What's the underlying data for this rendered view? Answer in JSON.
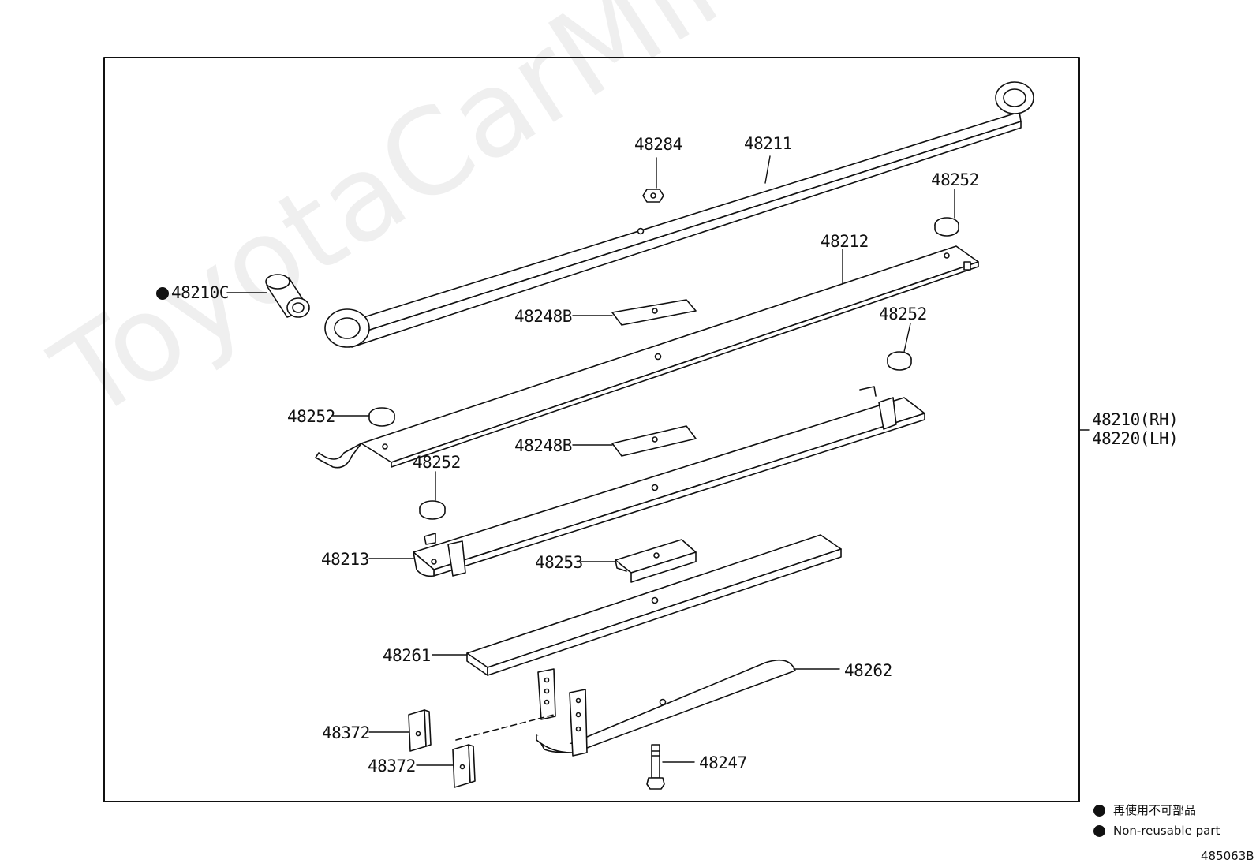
{
  "watermark": "ToyotaCarMine.ru",
  "diagram_code": "485063B",
  "labels": {
    "p48284": "48284",
    "p48211": "48211",
    "p48252_top": "48252",
    "p48210c": "48210C",
    "p48212": "48212",
    "p48248b_a": "48248B",
    "p48252_right": "48252",
    "p48252_left": "48252",
    "p48248b_b": "48248B",
    "p48252_mid": "48252",
    "p48213": "48213",
    "p48253": "48253",
    "p48261": "48261",
    "p48262": "48262",
    "p48372_a": "48372",
    "p48372_b": "48372",
    "p48247": "48247",
    "assembly_rh": "48210(RH)",
    "assembly_lh": "48220(LH)"
  },
  "legend": {
    "jp": "再使用不可部品",
    "en": "Non-reusable part"
  },
  "markers": {
    "non_reusable": [
      "48210C"
    ]
  }
}
